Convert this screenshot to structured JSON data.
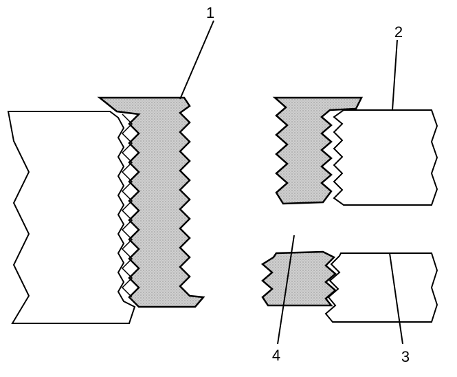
{
  "callouts": {
    "c1": "1",
    "c2": "2",
    "c3": "3",
    "c4": "4"
  },
  "colors": {
    "stroke": "#000000",
    "insert_fill": "#c8c8c8",
    "base_fill": "#ffffff"
  }
}
